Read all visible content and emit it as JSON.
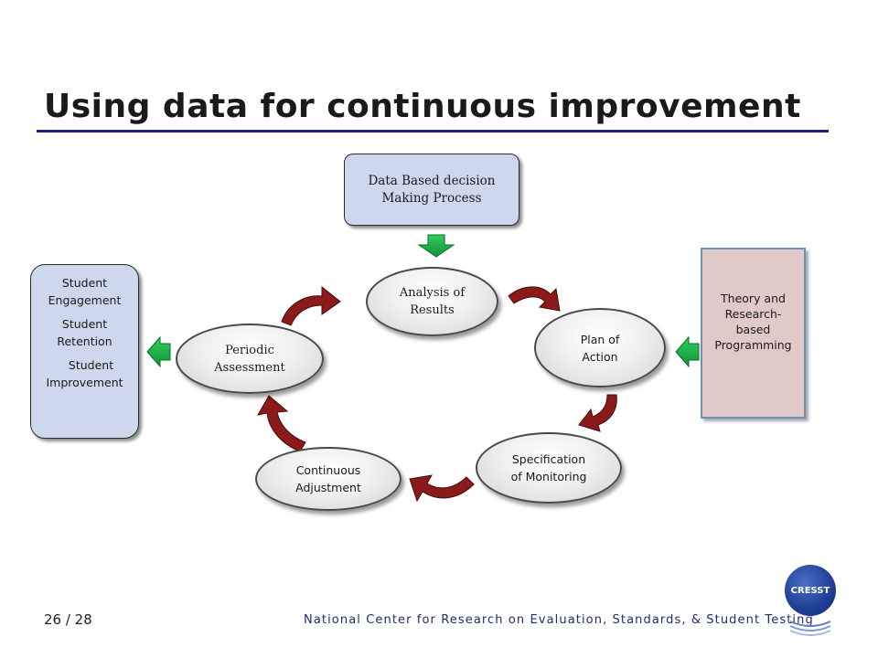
{
  "title": "Using data for continuous improvement",
  "top_box": {
    "line1": "Data Based decision",
    "line2": "Making Process"
  },
  "left_box": {
    "item1": {
      "line1": "Student",
      "line2": "Engagement"
    },
    "item2": {
      "line1": "Student",
      "line2": "Retention"
    },
    "item3": {
      "line1": "Student",
      "line2": "Improvement"
    }
  },
  "right_box": {
    "line1": "Theory and",
    "line2": "Research-",
    "line3": "based",
    "line4": "Programming"
  },
  "cycle": {
    "analysis": {
      "line1": "Analysis of",
      "line2": "Results"
    },
    "plan": {
      "line1": "Plan of",
      "line2": "Action"
    },
    "specification": {
      "line1": "Specification",
      "line2": "of Monitoring"
    },
    "continuous": {
      "line1": "Continuous",
      "line2": "Adjustment"
    },
    "periodic": {
      "line1": "Periodic",
      "line2": "Assessment"
    }
  },
  "page_number": "26 / 28",
  "footer": "National Center for Research on Evaluation, Standards, & Student Testing",
  "logo": {
    "text": "CRESST"
  },
  "colors": {
    "title_rule": "#1f1f8a",
    "box_blue": "#cdd8ee",
    "box_pink": "#e0c9c9",
    "arrow_red": "#8b1a1a",
    "arrow_green": "#1faa3c",
    "footer_text": "#1f2d6e"
  },
  "icons": [
    "curved-arrow-icon",
    "green-arrow-icon",
    "cresst-logo-icon"
  ]
}
